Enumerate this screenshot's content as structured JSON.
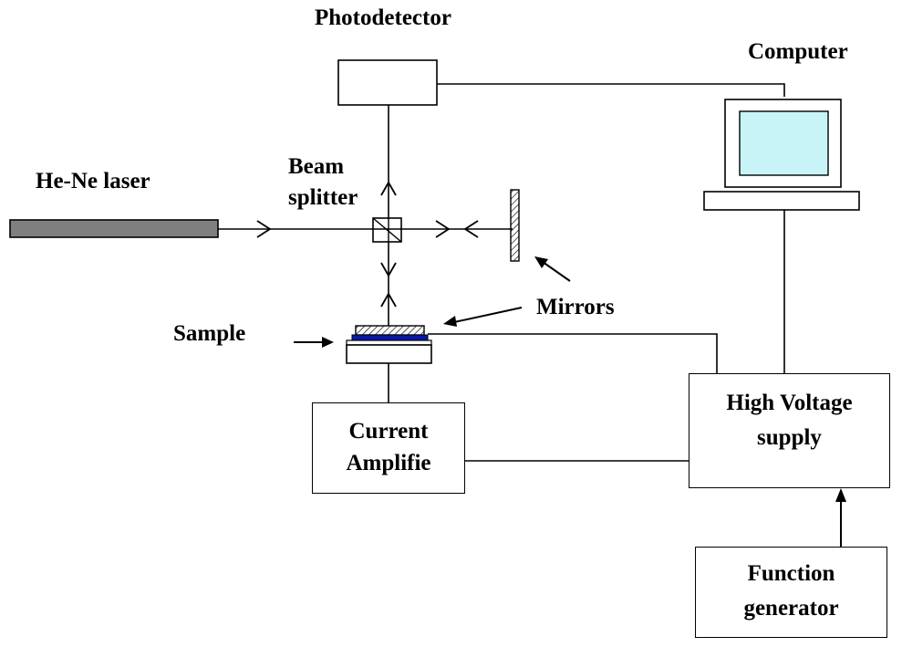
{
  "labels": {
    "photodetector": "Photodetector",
    "computer": "Computer",
    "laser": "He-Ne laser",
    "beam_splitter_line1": "Beam",
    "beam_splitter_line2": "splitter",
    "mirrors": "Mirrors",
    "sample": "Sample",
    "current_amplifier_line1": "Current",
    "current_amplifier_line2": "Amplifie",
    "hv_supply_line1": "High Voltage",
    "hv_supply_line2": "supply",
    "function_gen_line1": "Function",
    "function_gen_line2": "generator"
  },
  "colors": {
    "laser_body": "#7f7f7f",
    "monitor_screen": "#c8f4f8",
    "sample_layer": "#0a18a8"
  }
}
